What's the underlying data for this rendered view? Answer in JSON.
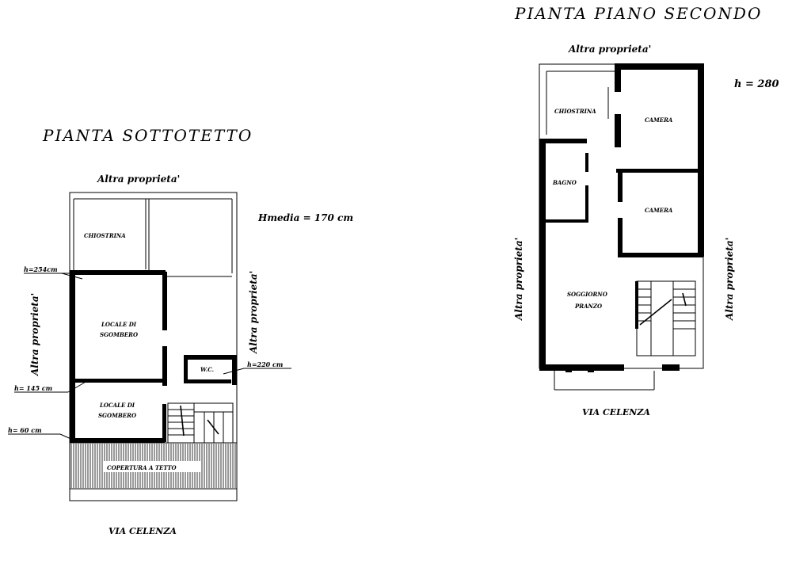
{
  "left_plan": {
    "title": "PIANTA SOTTOTETTO",
    "top_neighbor": "Altra proprieta'",
    "left_neighbor": "Altra proprieta'",
    "right_neighbor": "Altra proprieta'",
    "street": "VIA CELENZA",
    "hmedia": "Hmedia = 170 cm",
    "rooms": {
      "chiostrina": "CHIOSTRINA",
      "locale_1_line1": "LOCALE DI",
      "locale_1_line2": "SGOMBERO",
      "locale_2_line1": "LOCALE DI",
      "locale_2_line2": "SGOMBERO",
      "wc": "W.C.",
      "copertura": "COPERTURA A TETTO"
    },
    "heights": {
      "h_top": "h=254cm",
      "h_mid": "h= 145 cm",
      "h_bot": "h= 60 cm",
      "h_wc": "h=220 cm"
    }
  },
  "right_plan": {
    "title": "PIANTA PIANO SECONDO",
    "top_neighbor": "Altra proprieta'",
    "left_neighbor": "Altra proprieta'",
    "right_neighbor": "Altra proprieta'",
    "street": "VIA CELENZA",
    "height": "h = 280",
    "rooms": {
      "chiostrina": "CHIOSTRINA",
      "camera_1": "CAMERA",
      "camera_2": "CAMERA",
      "bagno": "BAGNO",
      "soggiorno_line1": "SOGGIORNO",
      "soggiorno_line2": "PRANZO"
    }
  }
}
